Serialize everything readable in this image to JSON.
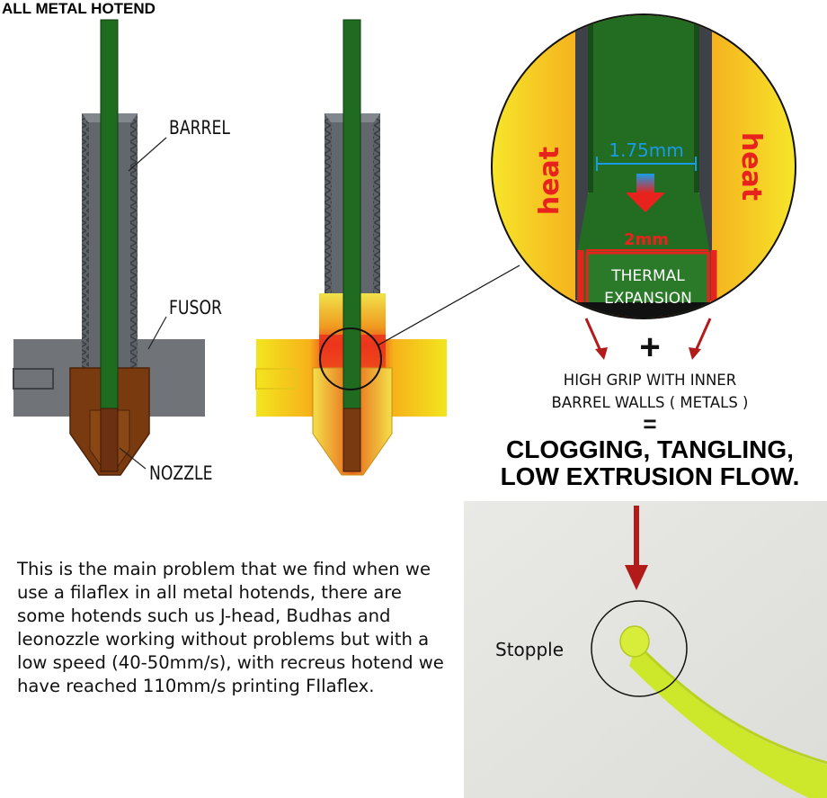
{
  "title": "ALL METAL  HOTEND",
  "labels": {
    "barrel": "BARREL",
    "fusor": "FUSOR",
    "nozzle": "NOZZLE"
  },
  "zoom": {
    "heat_left": "heat",
    "heat_right": "heat",
    "diameter_in": "1.75mm",
    "diameter_out": "2mm",
    "expansion_line1": "THERMAL",
    "expansion_line2": "EXPANSION"
  },
  "result": {
    "plus": "+",
    "grip_line1": "HIGH GRIP WITH INNER",
    "grip_line2": "BARREL WALLS ( METALS )",
    "equals": "=",
    "outcome_line1": "CLOGGING, TANGLING,",
    "outcome_line2": "LOW EXTRUSION FLOW."
  },
  "photo": {
    "label": "Stopple"
  },
  "paragraph": "This is the main problem that we find when we use a filaflex in all metal hotends, there are some hotends such us J-head, Budhas and leonozzle working without problems but with a low speed (40-50mm/s), with recreus hotend we have reached 110mm/s printing FIlaflex.",
  "colors": {
    "filament": "#1f6b1f",
    "barrel": "#5a5f66",
    "fusor": "#6f7378",
    "nozzle": "#7a3a10",
    "heat_red": "#e8221c",
    "heat_yellow": "#f2e21c",
    "arrow_red": "#b31b1b",
    "flex_filament": "#cde82a"
  }
}
